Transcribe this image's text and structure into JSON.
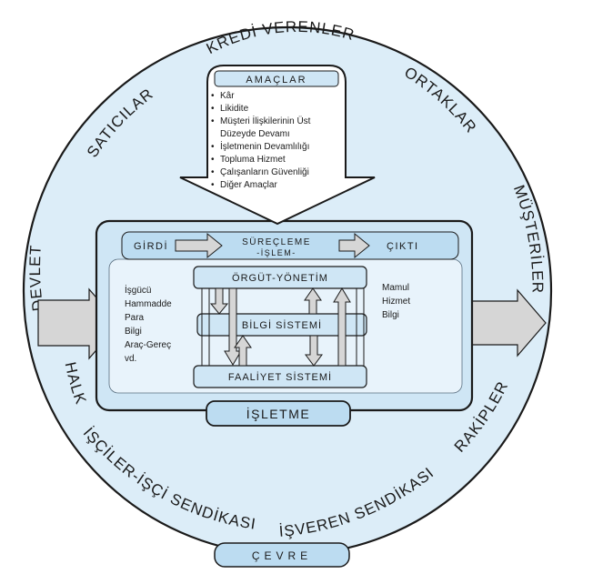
{
  "environment_labels": {
    "top": "KREDİ VERENLER",
    "top_left": "SATICILAR",
    "top_right": "ORTAKLAR",
    "left": "DEVLET",
    "right": "MÜŞTERİLER",
    "bottom_left_upper": "HALK",
    "bottom_left": "İŞÇİLER-İŞÇİ SENDİKASI",
    "bottom_right": "İŞVEREN SENDİKASI",
    "bottom_right_upper": "RAKİPLER",
    "bottom_tab": "ÇEVRE"
  },
  "goals": {
    "title": "AMAÇLAR",
    "items": [
      "Kâr",
      "Likidite",
      "Müşteri İlişkilerinin Üst",
      "Düzeyde Devamı",
      "İşletmenin Devamlılığı",
      "Topluma Hizmet",
      "Çalışanların Güvenliği",
      "Diğer Amaçlar"
    ]
  },
  "process_bar": {
    "input": "GİRDİ",
    "process_line1": "SÜREÇLEME",
    "process_line2": "-İŞLEM-",
    "output": "ÇIKTI"
  },
  "inputs_list": [
    "İşgücü",
    "Hammadde",
    "Para",
    "Bilgi",
    "Araç-Gereç",
    "vd."
  ],
  "outputs_list": [
    "Mamul",
    "Hizmet",
    "Bilgi"
  ],
  "systems": {
    "management": "ÖRGÜT-YÖNETİM",
    "information": "BİLGİ SİSTEMİ",
    "activity": "FAALİYET SİSTEMİ"
  },
  "enterprise_label": "İŞLETME",
  "colors": {
    "circle_fill": "#dcedf8",
    "box_fill": "#cfe6f5",
    "inner_fill": "#bcdcf1",
    "arrow_fill": "#d6d6d6",
    "stroke": "#1a1a1a"
  }
}
